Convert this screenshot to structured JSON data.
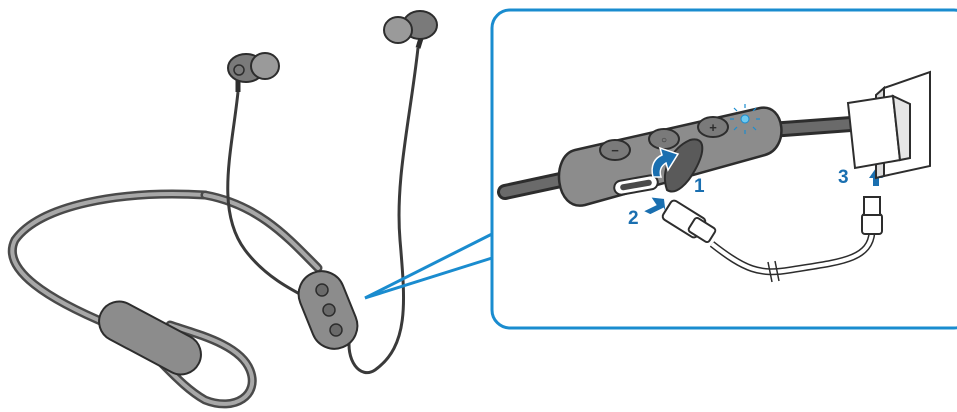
{
  "steps": [
    {
      "number": "1"
    },
    {
      "number": "2"
    },
    {
      "number": "3"
    }
  ],
  "remote_buttons": [
    "−",
    "○",
    "+"
  ],
  "colors": {
    "callout_border": "#1a8ccf",
    "step_arrow": "#1a6fb0",
    "step_text": "#1a6fb0",
    "cable": "#5b5b5b",
    "device_fill": "#8c8c8c",
    "indicator_light": "#6ec9f0"
  }
}
